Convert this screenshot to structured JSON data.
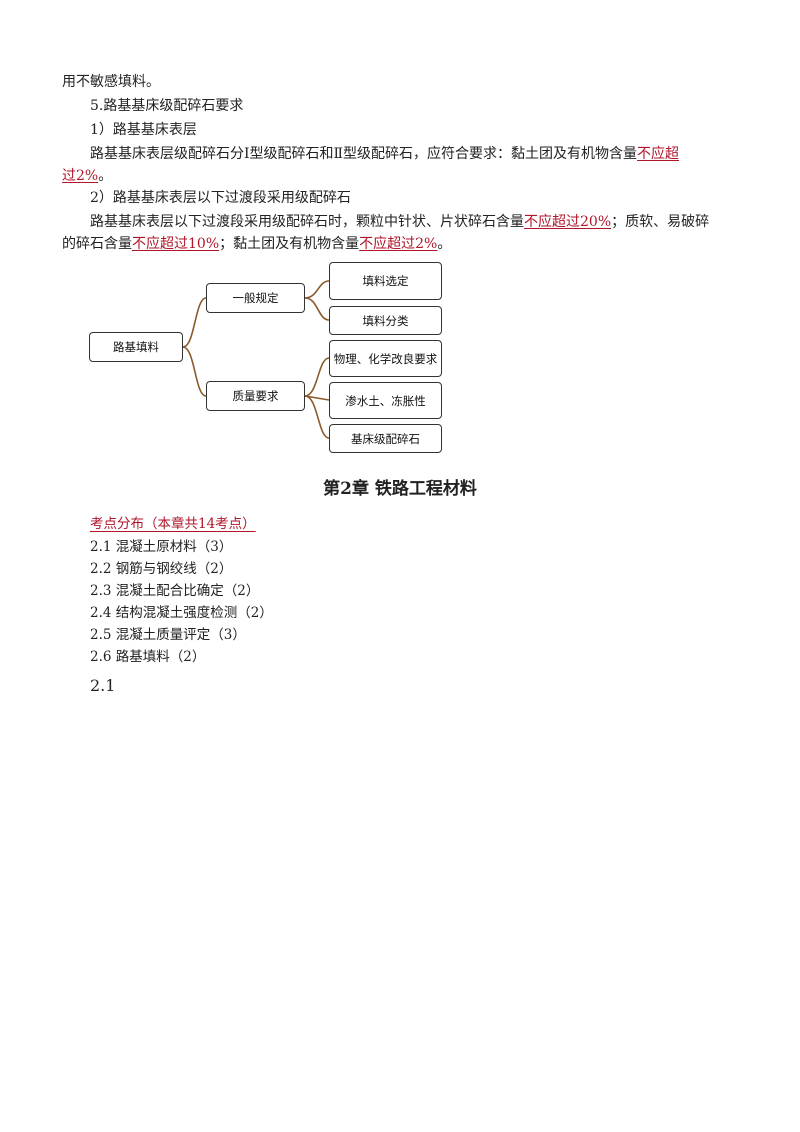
{
  "paragraphs": {
    "p1": "用不敏感填料。",
    "p2": "5.路基基床级配碎石要求",
    "p3": "1）路基基床表层",
    "p4a": "路基基床表层级配碎石分Ⅰ型级配碎石和Ⅱ型级配碎石，应符合要求：黏土团及有机物含量",
    "p4b": "不应超",
    "p4c": "过2%",
    "p4d": "。",
    "p5": "2）路基基床表层以下过渡段采用级配碎石",
    "p6a": "路基基床表层以下过渡段采用级配碎石时，颗粒中针状、片状碎石含量",
    "p6b": "不应超过20%",
    "p6c": "；质软、易破碎",
    "p7a": "的碎石含量",
    "p7b": "不应超过10%",
    "p7c": "；黏土团及有机物含量",
    "p7d": "不应超过2%",
    "p7e": "。"
  },
  "diagram": {
    "root": "路基填料",
    "branch1": "一般规定",
    "branch2": "质量要求",
    "leaves1": [
      "填料选定",
      "填料分类"
    ],
    "leaves2": [
      "物理、化学改良要求",
      "渗水土、冻胀性",
      "基床级配碎石"
    ],
    "line_color": "#8a5a2b"
  },
  "chapter_title": "第2章  铁路工程材料",
  "toc": {
    "title": "考点分布（本章共14考点）",
    "items": [
      "2.1 混凝土原材料（3）",
      "2.2 钢筋与钢绞线（2）",
      "2.3 混凝土配合比确定（2）",
      "2.4 结构混凝土强度检测（2）",
      "2.5 混凝土质量评定（3）",
      "2.6 路基填料（2）"
    ]
  },
  "section_heading": "2.1"
}
